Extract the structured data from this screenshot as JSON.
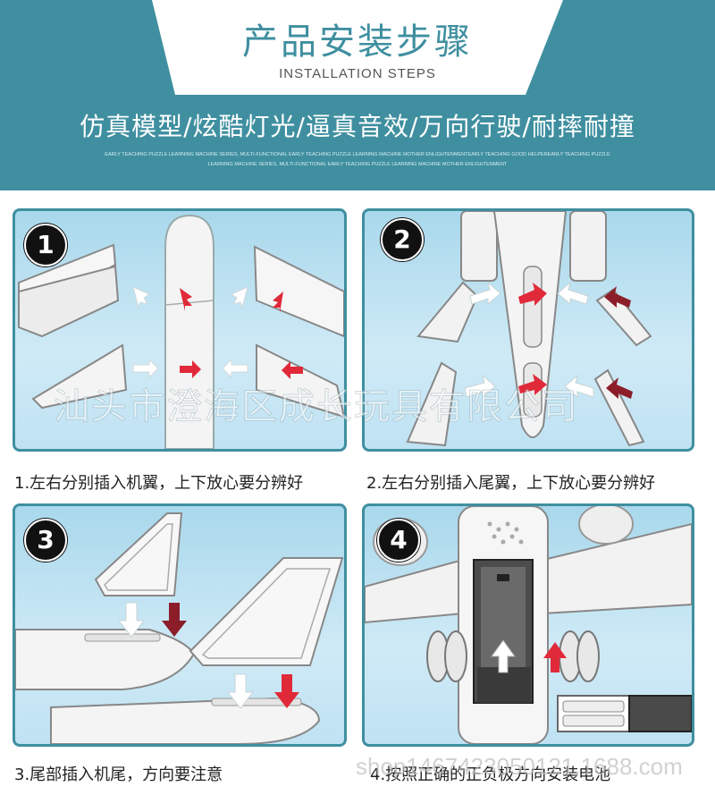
{
  "header": {
    "title": "产品安装步骤",
    "subtitle": "INSTALLATION STEPS",
    "tagline": "仿真模型/炫酷灯光/逼真音效/万向行驶/耐摔耐撞",
    "fine_print_line1": "EARLY TEACHING PUZZLE LEARNING MACHINE SERIES, MULTI-FUNCTIONAL EARLY TEACHING PUZZLE LEARNING MACHINE MOTHER ENLIGHTENMENTEARLY TEACHING GOOD HELPEREARLY TEACHING PUZZLE",
    "fine_print_line2": "LEARNING MACHINE SERIES, MULTI-FUNCTIONAL EARLY TEACHING PUZZLE LEARNING MACHINE MOTHER ENLIGHTENMENT"
  },
  "steps": [
    {
      "number": "1",
      "caption": "1.左右分别插入机翼，上下放心要分辨好"
    },
    {
      "number": "2",
      "caption": "2.左右分别插入尾翼，上下放心要分辨好"
    },
    {
      "number": "3",
      "caption": "3.尾部插入机尾，方向要注意"
    },
    {
      "number": "4",
      "caption": "4.按照正确的正负极方向安装电池"
    }
  ],
  "watermark": "汕头市澄海区成长玩具有限公司",
  "shop_watermark": "shop1467423050121.1688.com",
  "colors": {
    "header_bg": "#3f8fa0",
    "panel_border": "#3f8fa0",
    "arrow_red": "#e02a3a",
    "arrow_dark_red": "#8c1e2a"
  }
}
